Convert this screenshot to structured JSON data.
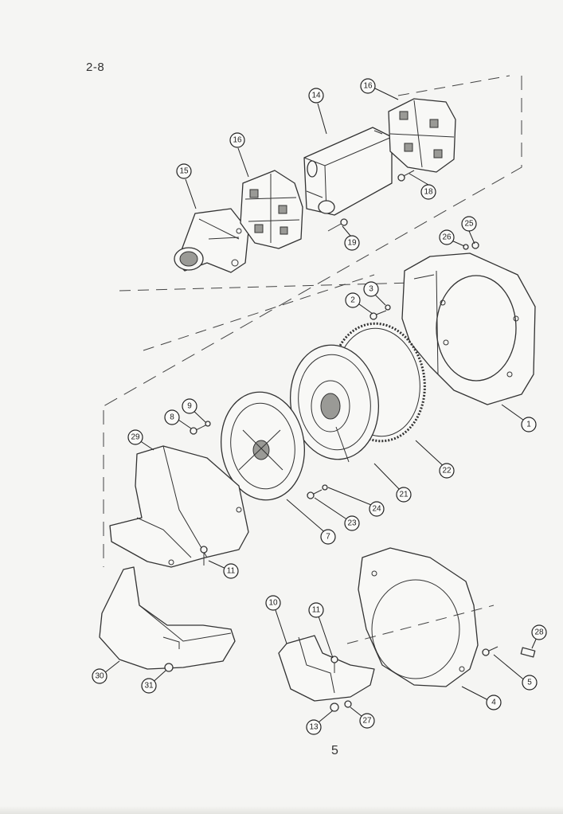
{
  "section": "2-8",
  "page_number": "5",
  "callouts": [
    {
      "id": "c16a",
      "text": "16"
    },
    {
      "id": "c14",
      "text": "14"
    },
    {
      "id": "c16b",
      "text": "16"
    },
    {
      "id": "c15",
      "text": "15"
    },
    {
      "id": "c18",
      "text": "18"
    },
    {
      "id": "c19",
      "text": "19"
    },
    {
      "id": "c25",
      "text": "25"
    },
    {
      "id": "c26",
      "text": "26"
    },
    {
      "id": "c3",
      "text": "3"
    },
    {
      "id": "c2",
      "text": "2"
    },
    {
      "id": "c8",
      "text": "8"
    },
    {
      "id": "c9",
      "text": "9"
    },
    {
      "id": "c29",
      "text": "29"
    },
    {
      "id": "c1",
      "text": "1"
    },
    {
      "id": "c22",
      "text": "22"
    },
    {
      "id": "c21",
      "text": "21"
    },
    {
      "id": "c24",
      "text": "24"
    },
    {
      "id": "c23",
      "text": "23"
    },
    {
      "id": "c7",
      "text": "7"
    },
    {
      "id": "c11a",
      "text": "11"
    },
    {
      "id": "c10",
      "text": "10"
    },
    {
      "id": "c11b",
      "text": "11"
    },
    {
      "id": "c28",
      "text": "28"
    },
    {
      "id": "c30",
      "text": "30"
    },
    {
      "id": "c31",
      "text": "31"
    },
    {
      "id": "c5",
      "text": "5"
    },
    {
      "id": "c4",
      "text": "4"
    },
    {
      "id": "c13",
      "text": "13"
    },
    {
      "id": "c27",
      "text": "27"
    }
  ]
}
